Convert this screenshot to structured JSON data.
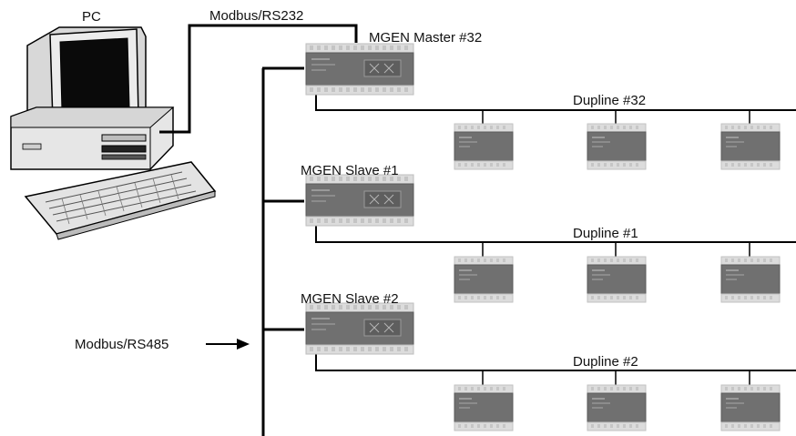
{
  "labels": {
    "pc": "PC",
    "modbus_rs232": "Modbus/RS232",
    "mgen_master": "MGEN Master #32",
    "dupline_32": "Dupline #32",
    "mgen_slave_1": "MGEN Slave #1",
    "dupline_1": "Dupline #1",
    "mgen_slave_2": "MGEN Slave #2",
    "dupline_2": "Dupline #2",
    "modbus_rs485": "Modbus/RS485"
  },
  "colors": {
    "line": "#000000",
    "module_body": "#6f6f6f",
    "module_rail": "#d9d9d9",
    "computer_beige": "#e9e9e9",
    "screen": "#0a0a0a"
  }
}
